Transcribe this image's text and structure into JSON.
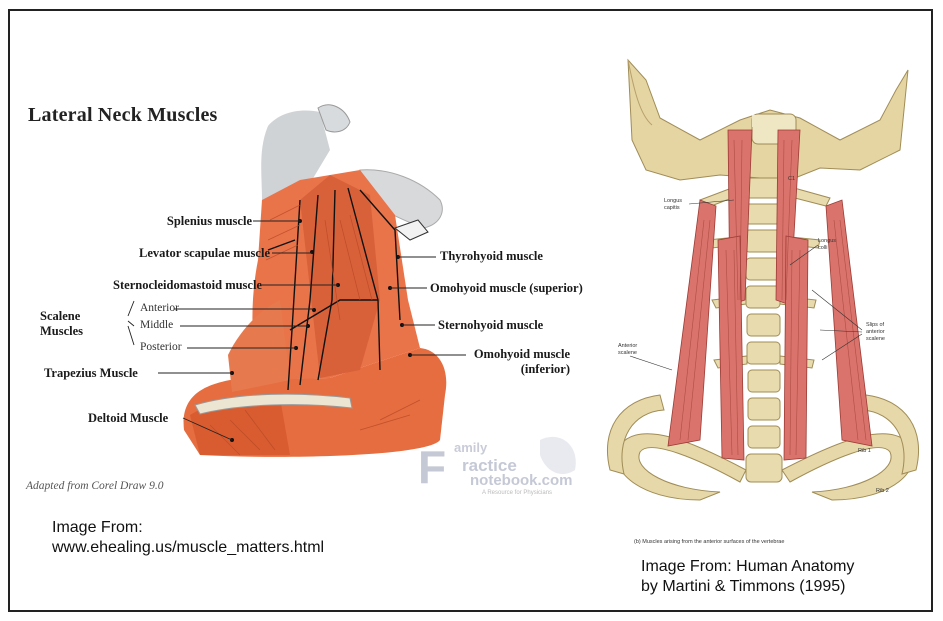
{
  "left_panel": {
    "title": "Lateral Neck Muscles",
    "labels_left": {
      "splenius": "Splenius muscle",
      "levator": "Levator scapulae muscle",
      "sternocleido": "Sternocleidomastoid muscle",
      "scalene_group": "Scalene\nMuscles",
      "anterior": "Anterior",
      "middle": "Middle",
      "posterior": "Posterior",
      "trapezius": "Trapezius Muscle",
      "deltoid": "Deltoid Muscle"
    },
    "labels_right": {
      "thyrohyoid": "Thyrohyoid muscle",
      "omohyoid_sup": "Omohyoid muscle (superior)",
      "sternohyoid": "Sternohyoid muscle",
      "omohyoid_inf": "Omohyoid muscle\n(inferior)"
    },
    "adapted": "Adapted from Corel Draw 9.0",
    "watermark": {
      "f": "F",
      "amily": "amily",
      "practice": "ractice",
      "notebook": "notebook.com",
      "tag": "A Resource for Physicians"
    },
    "caption": "Image From:\nwww.ehealing.us/muscle_matters.html"
  },
  "right_panel": {
    "labels": {
      "longus_capitis": "Longus\ncapitis",
      "longus_colli": "Longus\ncolli",
      "anterior_scalene": "Anterior\nscalene",
      "slips": "Slips of\nanterior\nscalene",
      "rib1": "Rib 1",
      "rib2": "Rib 2",
      "c1": "C1"
    },
    "subcaption": "(b) Muscles arising from the anterior surfaces of the vertebrae",
    "caption": "Image From: Human Anatomy\nby Martini & Timmons (1995)"
  },
  "colors": {
    "muscle": "#e2683d",
    "muscle_dark": "#b94a26",
    "bone": "#e6d8a8",
    "outline": "#111111"
  }
}
